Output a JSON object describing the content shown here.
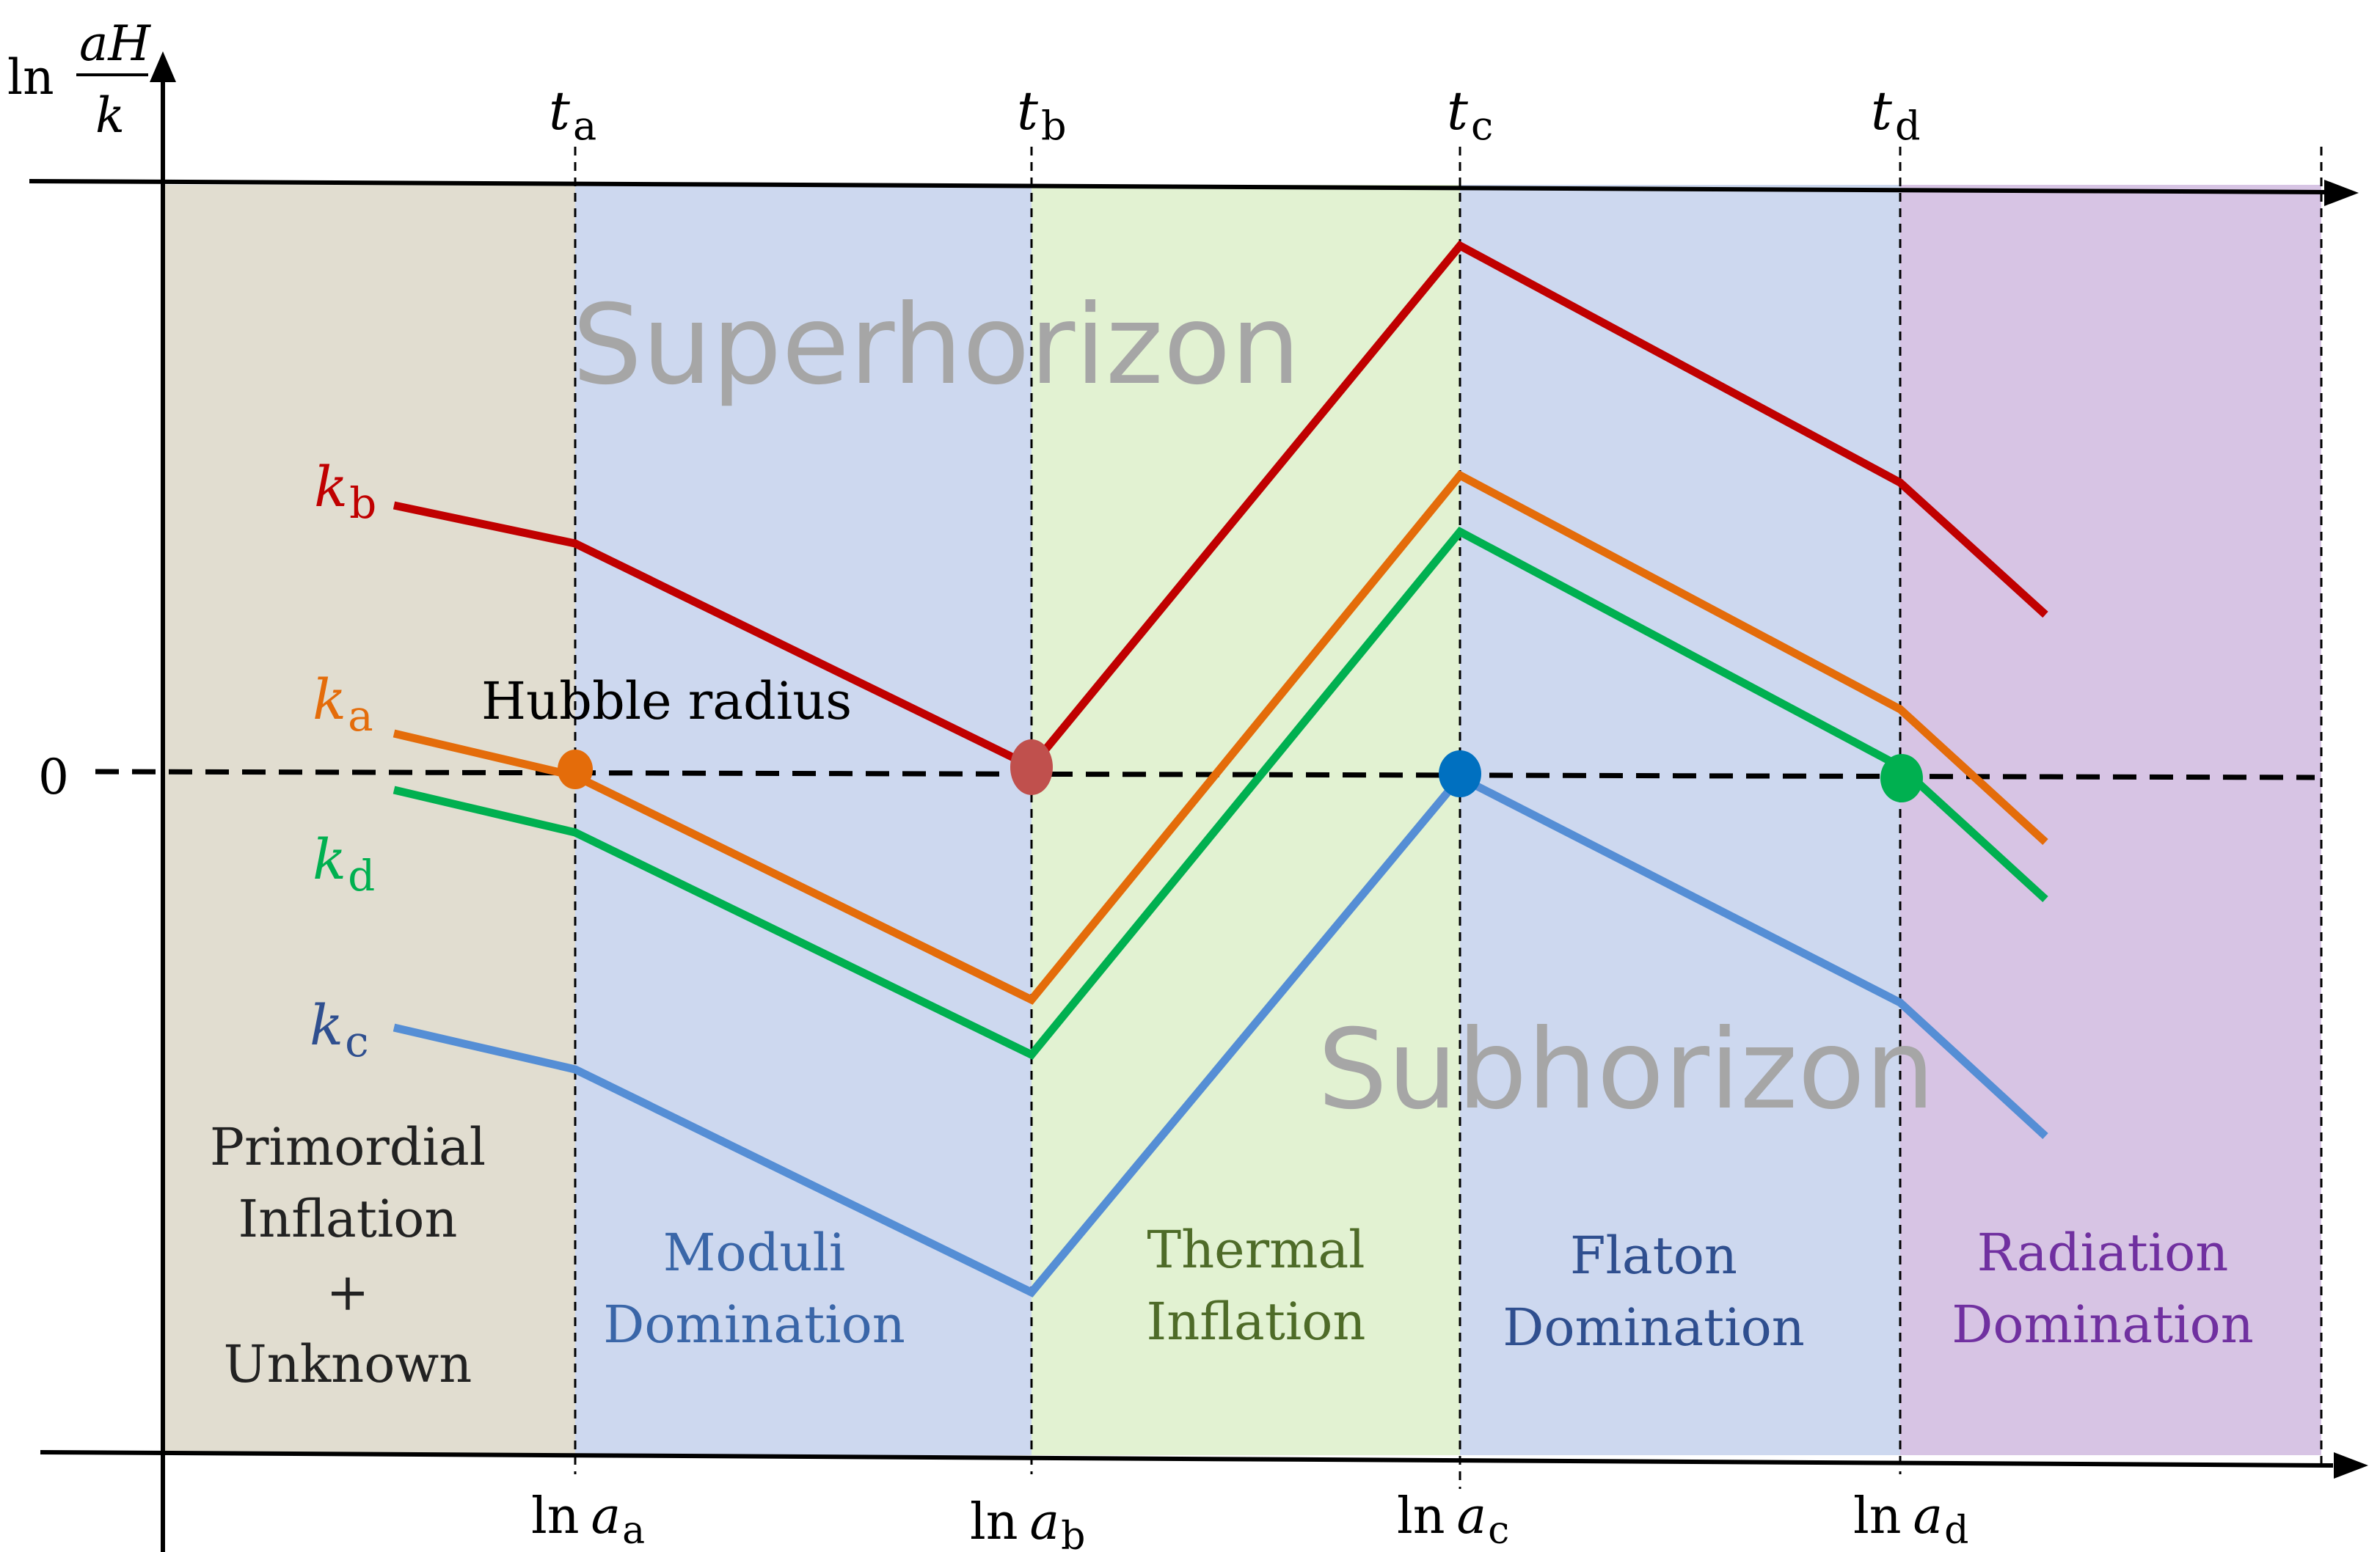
{
  "axis": {
    "y_label_ln": "ln",
    "y_label_num": "aH",
    "y_label_den": "k",
    "zero": "0"
  },
  "times": [
    {
      "t": "t",
      "sub": "a"
    },
    {
      "t": "t",
      "sub": "b"
    },
    {
      "t": "t",
      "sub": "c"
    },
    {
      "t": "t",
      "sub": "d"
    }
  ],
  "scale_factors": [
    {
      "ln": "ln",
      "a": "a",
      "sub": "a"
    },
    {
      "ln": "ln",
      "a": "a",
      "sub": "b"
    },
    {
      "ln": "ln",
      "a": "a",
      "sub": "c"
    },
    {
      "ln": "ln",
      "a": "a",
      "sub": "d"
    }
  ],
  "regions": [
    {
      "line1": "Primordial",
      "line2": "Inflation",
      "line3": "+",
      "line4": "Unknown",
      "fill": "#e1ddd0",
      "text_color": "#222222"
    },
    {
      "line1": "Moduli",
      "line2": "Domination",
      "fill": "#cdd8ef",
      "text_color": "#3a66a8"
    },
    {
      "line1": "Thermal",
      "line2": "Inflation",
      "fill": "#e2f2d2",
      "text_color": "#4e6b28"
    },
    {
      "line1": "Flaton",
      "line2": "Domination",
      "fill": "#cdd8ef",
      "text_color": "#2f4f8f"
    },
    {
      "line1": "Radiation",
      "line2": "Domination",
      "fill": "#d7c4e4",
      "text_color": "#7030a0"
    }
  ],
  "labels": {
    "superhorizon": "Superhorizon",
    "subhorizon": "Subhorizon",
    "hubble_radius": "Hubble radius"
  },
  "modes": [
    {
      "k": "k",
      "sub": "b",
      "color": "#c00000"
    },
    {
      "k": "k",
      "sub": "a",
      "color": "#e46c0a"
    },
    {
      "k": "k",
      "sub": "d",
      "color": "#00b050"
    },
    {
      "k": "k",
      "sub": "c",
      "color": "#558ed5"
    }
  ],
  "crossing_colors": [
    "#e46c0a",
    "#c0504d",
    "#0070c0",
    "#00b050"
  ]
}
